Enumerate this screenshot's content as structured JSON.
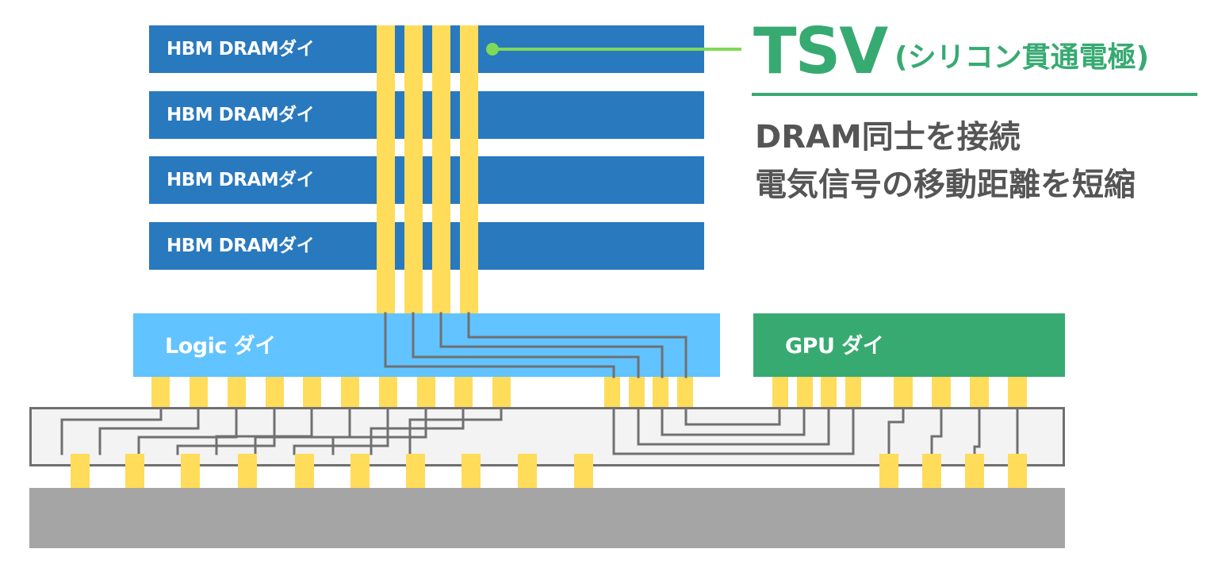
{
  "hbm_stack": {
    "dies": [
      {
        "label": "HBM DRAMダイ"
      },
      {
        "label": "HBM DRAMダイ"
      },
      {
        "label": "HBM DRAMダイ"
      },
      {
        "label": "HBM DRAMダイ"
      }
    ],
    "tsv_count": 4
  },
  "logic_die": {
    "label": "Logic ダイ"
  },
  "gpu_die": {
    "label": "GPU ダイ"
  },
  "callout": {
    "title": "TSV",
    "subtitle": "(シリコン貫通電極)",
    "line1": "DRAM同士を接続",
    "line2": "電気信号の移動距離を短縮"
  },
  "colors": {
    "hbm": "#2979BE",
    "tsv": "#FFDC5A",
    "logic": "#61C3FF",
    "gpu": "#37AA72",
    "interposer": "#F3F3F3",
    "trace": "#707070",
    "substrate": "#A5A5A5",
    "callout_line": "#7ED957",
    "text_gray": "#555555"
  }
}
